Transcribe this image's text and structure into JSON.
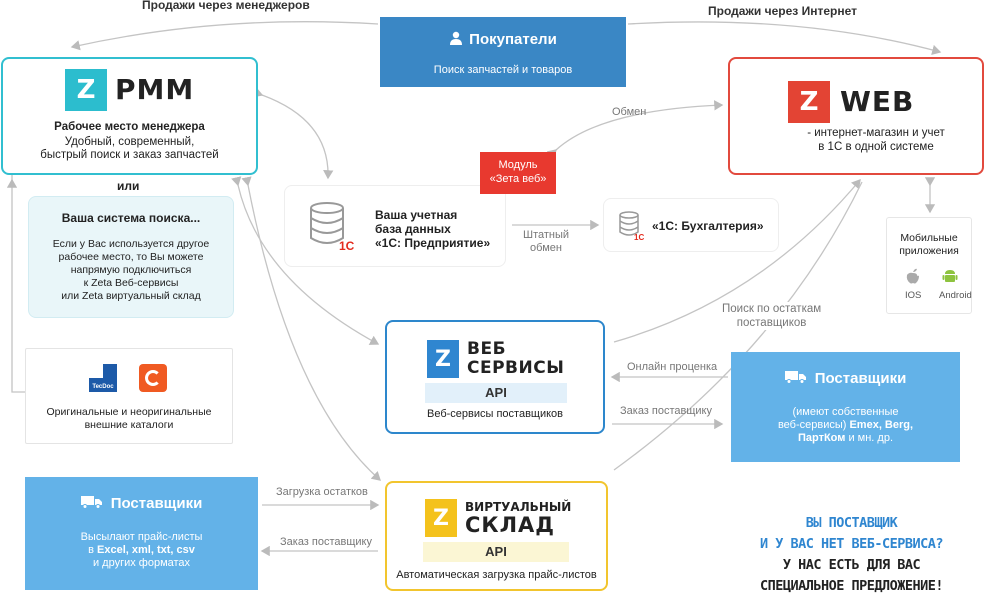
{
  "top_labels": {
    "managers": "Продажи через менеджеров",
    "internet": "Продажи через Интернет"
  },
  "buyers": {
    "title": "Покупатели",
    "subtitle": "Поиск запчастей и товаров",
    "icon": "user-icon",
    "color": "#3a87c5"
  },
  "rmm": {
    "logo_letter": "Z",
    "brand": "РММ",
    "title": "Рабочее место менеджера",
    "desc_1": "Удобный, современный,",
    "desc_2": "быстрый поиск и заказ запчастей",
    "accent": "#2cbdce"
  },
  "web": {
    "logo_letter": "Z",
    "brand": "WEB",
    "desc_1": "- интернет-магазин и учет",
    "desc_2": "в 1С в одной системе",
    "accent": "#e34434"
  },
  "or_label": "или",
  "search_system": {
    "title": "Ваша система поиска...",
    "lines": [
      "Если у Вас используется другое",
      "рабочее место, то Вы можете",
      "напрямую подключиться",
      "к Zeta Веб-сервисы",
      "или Zeta виртуальный склад"
    ]
  },
  "catalogs": {
    "logo_1": "TecDoc",
    "line_1": "Оригинальные и неоригинальные",
    "line_2": "внешние каталоги"
  },
  "database": {
    "line_1": "Ваша учетная",
    "line_2": "база данных",
    "line_3": "«1С: Предприятие»",
    "icon": "database-icon"
  },
  "module": {
    "line_1": "Модуль",
    "line_2": "«Зета веб»",
    "color": "#e8392f"
  },
  "accounting": {
    "title": "«1С: Бухгалтерия»",
    "icon": "database-icon"
  },
  "mobile": {
    "line_1": "Мобильные",
    "line_2": "приложения",
    "ios": "IOS",
    "android": "Android"
  },
  "web_services": {
    "logo_letter": "Z",
    "brand_1": "ВЕБ",
    "brand_2": "СЕРВИСЫ",
    "api": "API",
    "desc": "Веб-сервисы поставщиков",
    "accent": "#2f86d0"
  },
  "virtual_warehouse": {
    "logo_letter": "Z",
    "brand_1": "ВИРТУАЛЬНЫЙ",
    "brand_2": "СКЛАД",
    "api": "API",
    "desc": "Автоматическая загрузка прайс-листов",
    "accent": "#f4c21c"
  },
  "suppliers_right": {
    "title": "Поставщики",
    "line_1": "(имеют собственные",
    "line_2a": "веб-сервисы) ",
    "line_2b": "Emex, Berg,",
    "line_3a": "ПартКом",
    "line_3b": " и мн. др.",
    "icon": "truck-icon",
    "color": "#63b2e8"
  },
  "suppliers_left": {
    "title": "Поставщики",
    "line_1": "Высылают прайс-листы",
    "line_2a": "в ",
    "line_2b": "Excel, xml, txt, csv",
    "line_3": "и других форматах",
    "icon": "truck-icon",
    "color": "#63b2e8"
  },
  "edges": {
    "exchange": "Обмен",
    "standard_1": "Штатный",
    "standard_2": "обмен",
    "stock_search_1": "Поиск по остаткам",
    "stock_search_2": "поставщиков",
    "online_pricing": "Онлайн проценка",
    "order_supplier_1": "Заказ поставщику",
    "load_stock": "Загрузка остатков",
    "order_supplier_2": "Заказ поставщику"
  },
  "promo": {
    "line_1": "ВЫ ПОСТАВЩИК",
    "line_2": "И У ВАС НЕТ ВЕБ-СЕРВИСА?",
    "line_3": "У НАС ЕСТЬ ДЛЯ ВАС",
    "line_4": "СПЕЦИАЛЬНОЕ ПРЕДЛОЖЕНИЕ!"
  }
}
